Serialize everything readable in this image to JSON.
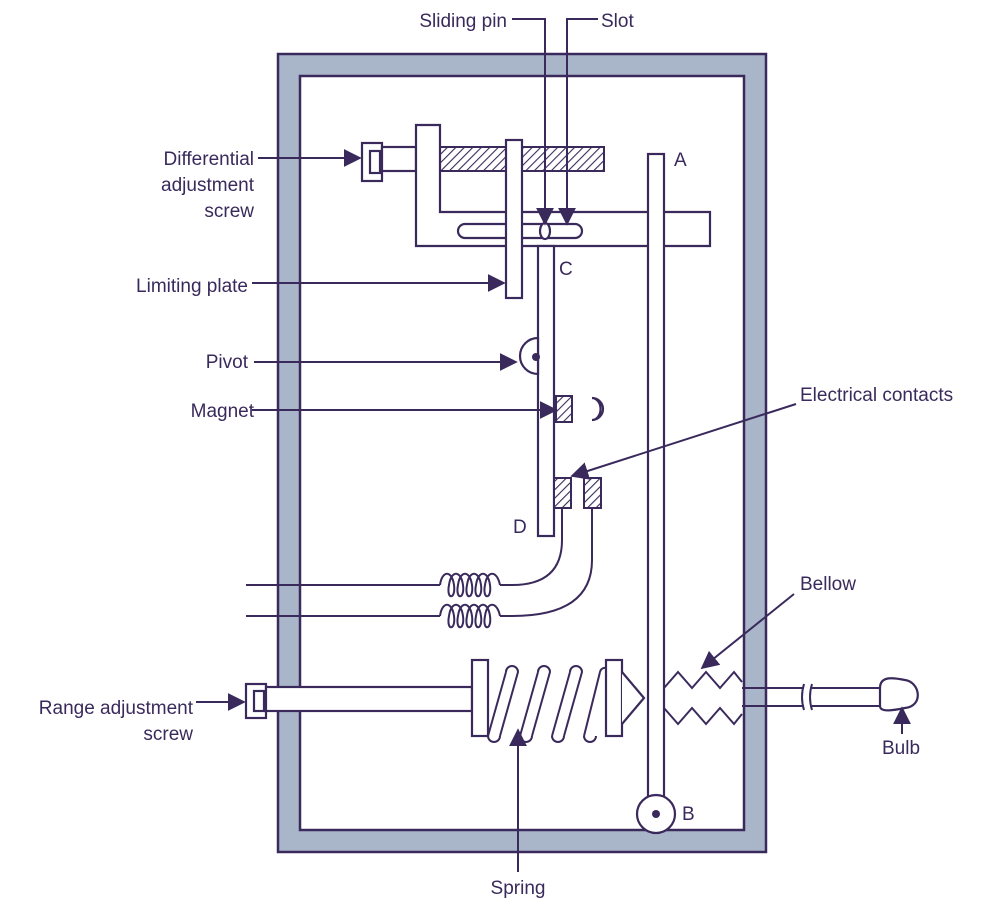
{
  "colors": {
    "ink": "#3a2a5c",
    "frame": "#a9b5c9"
  },
  "labels": {
    "sliding_pin": "Sliding pin",
    "slot": "Slot",
    "differential_1": "Differential",
    "differential_2": "adjustment",
    "differential_3": "screw",
    "point_a": "A",
    "point_b": "B",
    "point_c": "C",
    "point_d": "D",
    "limiting_plate": "Limiting plate",
    "pivot": "Pivot",
    "magnet": "Magnet",
    "electrical_contacts": "Electrical contacts",
    "bellow": "Bellow",
    "range_1": "Range adjustment",
    "range_2": "screw",
    "bulb": "Bulb",
    "spring": "Spring"
  }
}
